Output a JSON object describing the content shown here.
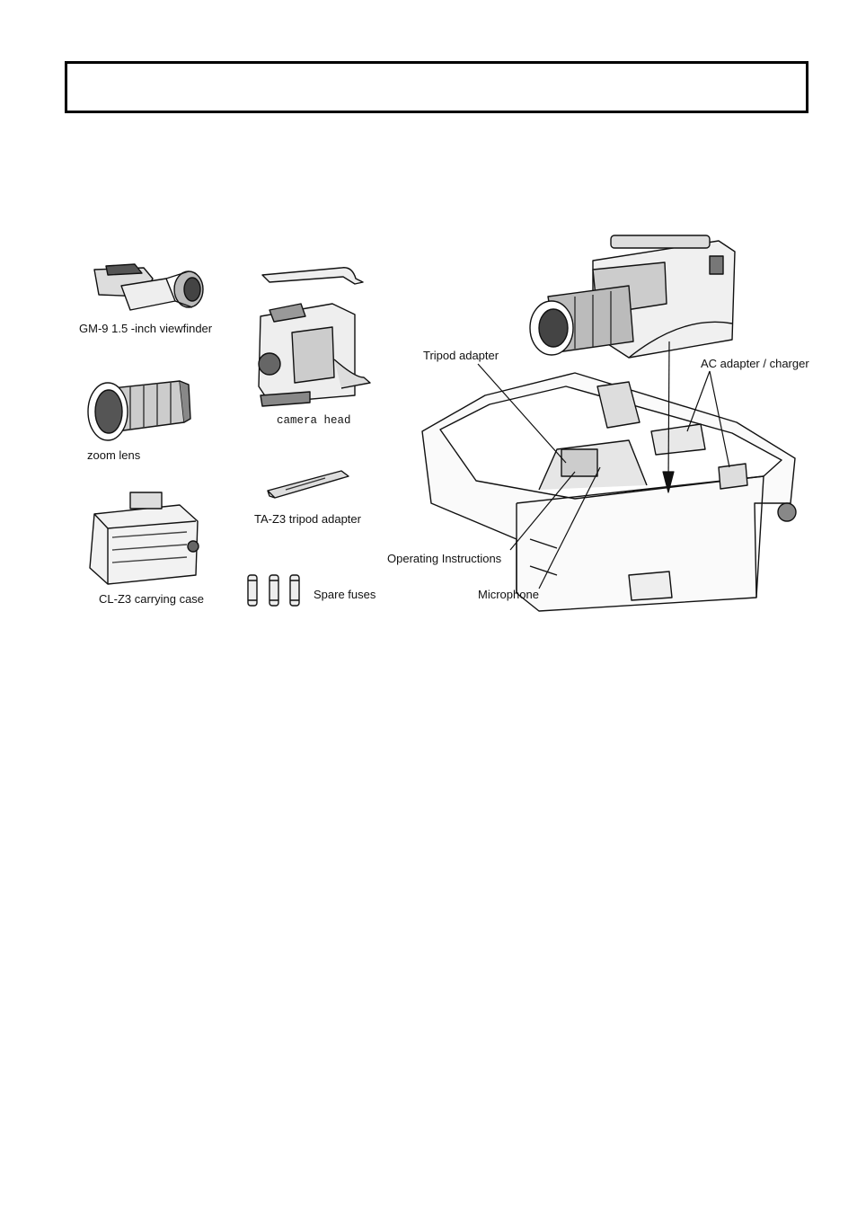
{
  "header": {
    "title": ""
  },
  "accessories": {
    "viewfinder": "GM-9 1.5 -inch viewfinder",
    "zoom_lens": "zoom lens",
    "carrying_case": "CL-Z3  carrying case",
    "camera_head": "camera head",
    "tripod_adapter_part": "TA-Z3 tripod adapter",
    "spare_fuses": "Spare fuses"
  },
  "case_callouts": {
    "tripod_adapter": "Tripod adapter",
    "ac_adapter": "AC  adapter / charger",
    "operating_instructions": "Operating Instructions",
    "microphone": "Microphone"
  }
}
